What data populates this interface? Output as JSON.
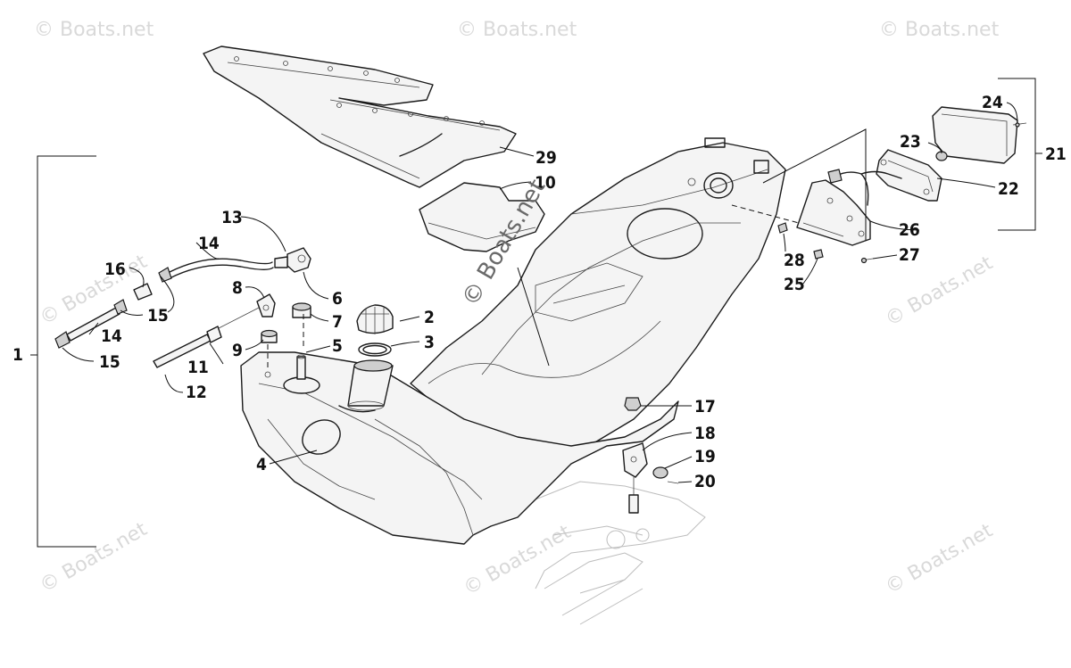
{
  "watermark": {
    "text": "© Boats.net"
  },
  "callouts": [
    {
      "id": "1",
      "label": "1"
    },
    {
      "id": "2",
      "label": "2"
    },
    {
      "id": "3",
      "label": "3"
    },
    {
      "id": "4",
      "label": "4"
    },
    {
      "id": "5",
      "label": "5"
    },
    {
      "id": "6",
      "label": "6"
    },
    {
      "id": "7",
      "label": "7"
    },
    {
      "id": "8",
      "label": "8"
    },
    {
      "id": "9",
      "label": "9"
    },
    {
      "id": "10",
      "label": "10"
    },
    {
      "id": "11",
      "label": "11"
    },
    {
      "id": "12",
      "label": "12"
    },
    {
      "id": "13",
      "label": "13"
    },
    {
      "id": "14a",
      "label": "14"
    },
    {
      "id": "14b",
      "label": "14"
    },
    {
      "id": "15a",
      "label": "15"
    },
    {
      "id": "15b",
      "label": "15"
    },
    {
      "id": "16",
      "label": "16"
    },
    {
      "id": "17",
      "label": "17"
    },
    {
      "id": "18",
      "label": "18"
    },
    {
      "id": "19",
      "label": "19"
    },
    {
      "id": "20",
      "label": "20"
    },
    {
      "id": "21",
      "label": "21"
    },
    {
      "id": "22",
      "label": "22"
    },
    {
      "id": "23",
      "label": "23"
    },
    {
      "id": "24",
      "label": "24"
    },
    {
      "id": "25",
      "label": "25"
    },
    {
      "id": "26",
      "label": "26"
    },
    {
      "id": "27",
      "label": "27"
    },
    {
      "id": "28",
      "label": "28"
    },
    {
      "id": "29",
      "label": "29"
    }
  ]
}
